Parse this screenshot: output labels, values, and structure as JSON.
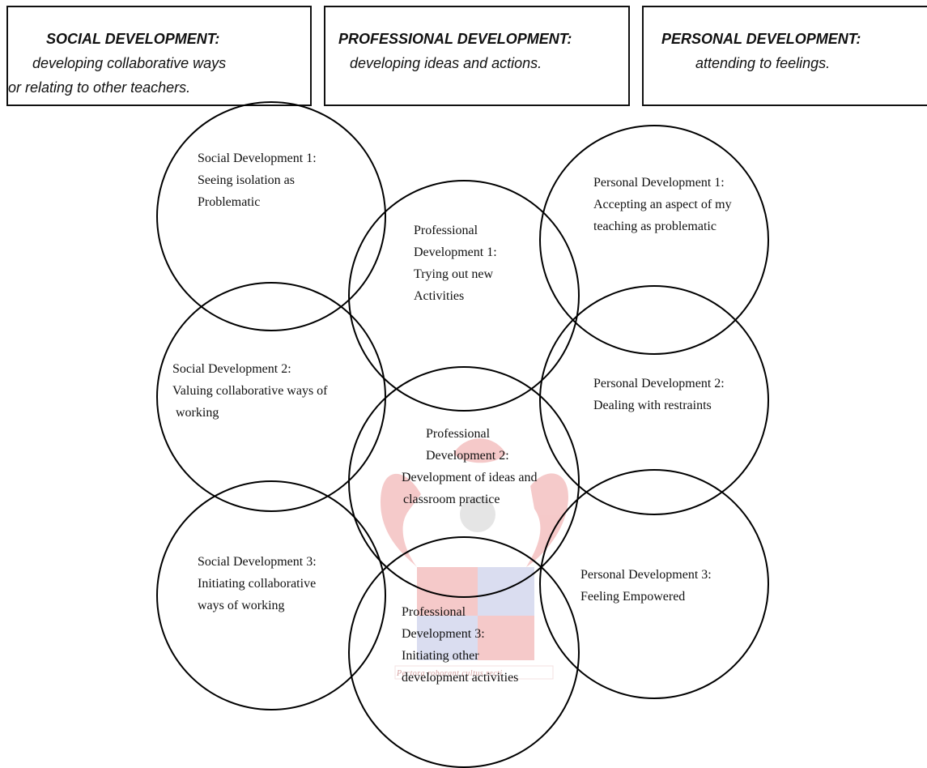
{
  "headers": {
    "social": {
      "title": "SOCIAL DEVELOPMENT:",
      "desc_line1": "developing collaborative ways",
      "desc_line2": "or relating to other teachers."
    },
    "professional": {
      "title": "PROFESSIONAL DEVELOPMENT:",
      "desc_line1": "developing ideas and actions."
    },
    "personal": {
      "title": "PERSONAL DEVELOPMENT:",
      "desc_line1": "attending to feelings."
    }
  },
  "circles": {
    "social_1": {
      "lines": [
        "Social Development 1:",
        "Seeing isolation as",
        "Problematic"
      ]
    },
    "social_2": {
      "lines": [
        "Social Development 2:",
        "Valuing collaborative ways of",
        "working"
      ]
    },
    "social_3": {
      "lines": [
        "Social Development 3:",
        "Initiating collaborative",
        "ways of working"
      ]
    },
    "professional_1": {
      "lines": [
        "Professional",
        "Development 1:",
        "Trying out new",
        "Activities"
      ]
    },
    "professional_2": {
      "lines": [
        "Professional",
        "Development 2:",
        "Development of ideas and",
        "classroom practice"
      ]
    },
    "professional_3": {
      "lines": [
        "Professional",
        "Development 3:",
        "Initiating other",
        "development activities"
      ]
    },
    "personal_1": {
      "lines": [
        "Personal Development 1:",
        "Accepting an aspect of my",
        "teaching as problematic"
      ]
    },
    "personal_2": {
      "lines": [
        "Personal Development 2:",
        "Dealing with restraints"
      ]
    },
    "personal_3": {
      "lines": [
        "Personal Development 3:",
        "Feeling Empowered"
      ]
    }
  },
  "watermark": {
    "motto": "Pectora roborant cultus recti"
  }
}
